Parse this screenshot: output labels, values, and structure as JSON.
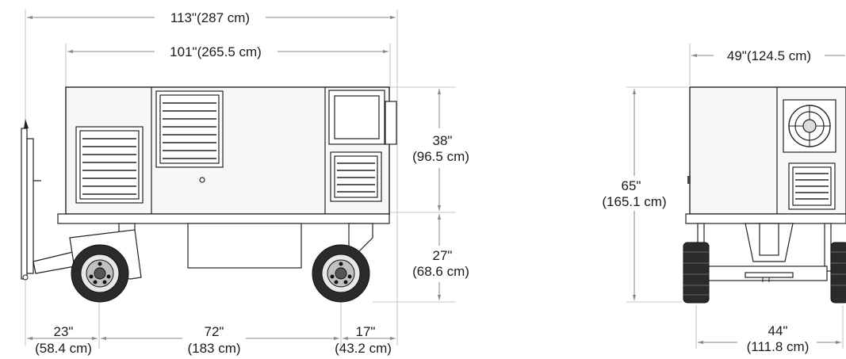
{
  "dimensions": {
    "overall_length": "113\"(287 cm)",
    "body_length": "101\"(265.5 cm)",
    "upper_height_in": "38\"",
    "upper_height_cm": "(96.5 cm)",
    "lower_height_in": "27\"",
    "lower_height_cm": "(68.6 cm)",
    "front_overhang_in": "23\"",
    "front_overhang_cm": "(58.4 cm)",
    "wheelbase_in": "72\"",
    "wheelbase_cm": "(183 cm)",
    "rear_overhang_in": "17\"",
    "rear_overhang_cm": "(43.2 cm)",
    "overall_width": "49\"(124.5 cm)",
    "overall_height_in": "65\"",
    "overall_height_cm": "(165.1 cm)",
    "track_width_in": "44\"",
    "track_width_cm": "(111.8 cm)"
  }
}
